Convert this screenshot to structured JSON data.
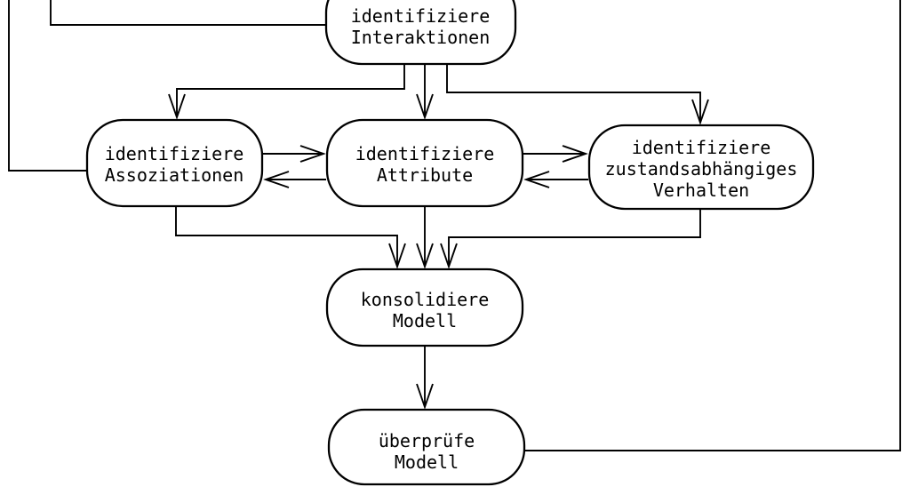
{
  "diagram": {
    "title": "OOA process flowchart (cropped at top)",
    "colors": {
      "background": "#ffffff",
      "line": "#000000",
      "text": "#000000"
    },
    "nodes": {
      "interaktionen": {
        "line1": "identifiziere",
        "line2": "Interaktionen"
      },
      "assoziationen": {
        "line1": "identifiziere",
        "line2": "Assoziationen"
      },
      "attribute": {
        "line1": "identifiziere",
        "line2": "Attribute"
      },
      "verhalten": {
        "line1": "identifiziere",
        "line2": "zustandsabhängiges",
        "line3": "Verhalten"
      },
      "konsolidiere": {
        "line1": "konsolidiere",
        "line2": "Modell"
      },
      "ueberpruefe": {
        "line1": "überprüfe",
        "line2": "Modell"
      }
    },
    "edges": [
      {
        "from": "off-screen-top-left",
        "to": "identifiziere Assoziationen",
        "arrowhead": false
      },
      {
        "from": "off-screen-top-left",
        "to": "identifiziere Interaktionen",
        "arrowhead": false
      },
      {
        "from": "identifiziere Interaktionen",
        "to": "identifiziere Assoziationen",
        "arrowhead": true
      },
      {
        "from": "identifiziere Interaktionen",
        "to": "identifiziere Attribute",
        "arrowhead": true
      },
      {
        "from": "identifiziere Interaktionen",
        "to": "identifiziere zustandsabhängiges Verhalten",
        "arrowhead": true
      },
      {
        "from": "identifiziere Assoziationen",
        "to": "identifiziere Attribute",
        "arrowhead": true
      },
      {
        "from": "identifiziere Attribute",
        "to": "identifiziere Assoziationen",
        "arrowhead": true
      },
      {
        "from": "identifiziere Attribute",
        "to": "identifiziere zustandsabhängiges Verhalten",
        "arrowhead": true
      },
      {
        "from": "identifiziere zustandsabhängiges Verhalten",
        "to": "identifiziere Attribute",
        "arrowhead": true
      },
      {
        "from": "identifiziere Assoziationen",
        "to": "konsolidiere Modell",
        "arrowhead": true
      },
      {
        "from": "identifiziere Attribute",
        "to": "konsolidiere Modell",
        "arrowhead": true
      },
      {
        "from": "identifiziere zustandsabhängiges Verhalten",
        "to": "konsolidiere Modell",
        "arrowhead": true
      },
      {
        "from": "konsolidiere Modell",
        "to": "überprüfe Modell",
        "arrowhead": true
      },
      {
        "from": "überprüfe Modell",
        "to": "off-screen-top-right",
        "arrowhead": false
      }
    ]
  }
}
